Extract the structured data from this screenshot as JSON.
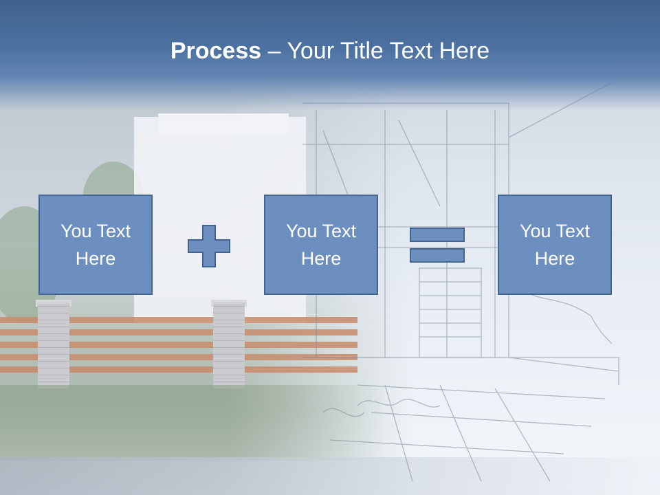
{
  "slide": {
    "title_bold": "Process",
    "title_rest": " – Your Title Text Here"
  },
  "steps": [
    {
      "text": "You Text Here"
    },
    {
      "text": "You Text Here"
    },
    {
      "text": "You Text Here"
    }
  ],
  "operators": [
    {
      "icon": "plus-icon"
    },
    {
      "icon": "equals-icon"
    }
  ],
  "colors": {
    "title_band": "#4d72a2",
    "box_fill": "#6c8fbf",
    "box_border": "#43648f",
    "text": "#ffffff"
  }
}
